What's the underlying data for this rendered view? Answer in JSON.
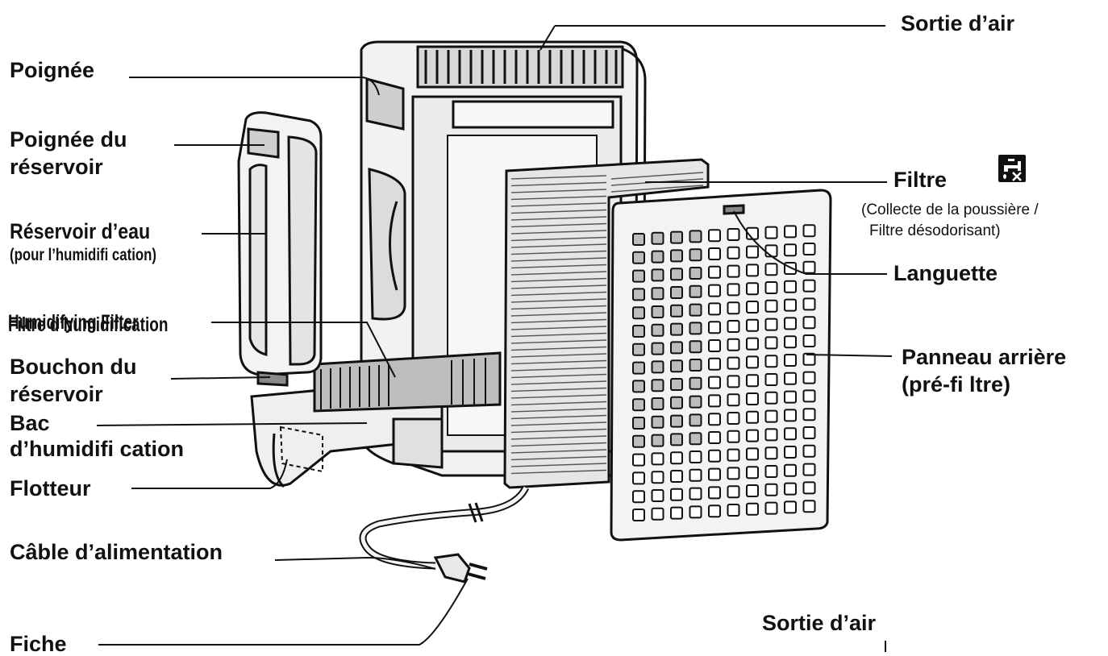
{
  "labels": {
    "sortie_air_top": "Sortie d’air",
    "poignee": "Poignée",
    "poignee_reservoir_1": "Poignée du",
    "poignee_reservoir_2": "réservoir",
    "reservoir_eau": "Réservoir d’eau",
    "reservoir_eau_sub": "(pour l’humidifi cation)",
    "humidifying_filter": "Humidifying Filter",
    "filtre_humidification": "Filtre d’humidification",
    "bouchon_1": "Bouchon du",
    "bouchon_2": "réservoir",
    "bac_1": "Bac",
    "bac_2": "d’humidifi cation",
    "flotteur": "Flotteur",
    "cable": "Câble d’alimentation",
    "fiche": "Fiche",
    "filtre": "Filtre",
    "filtre_sub_1": "(Collecte de la poussière /",
    "filtre_sub_2": "Filtre désodorisant)",
    "languette": "Languette",
    "panneau_1": "Panneau arrière",
    "panneau_2": "(pré-fi ltre)",
    "sortie_air_bottom": "Sortie d’air"
  },
  "icons": {
    "filter_wash": "no-water-wash-icon"
  },
  "colors": {
    "line": "#111111",
    "body_fill": "#f2f2f2",
    "body_shade": "#c8c8c8",
    "filter_fill": "#e6e6e6"
  }
}
